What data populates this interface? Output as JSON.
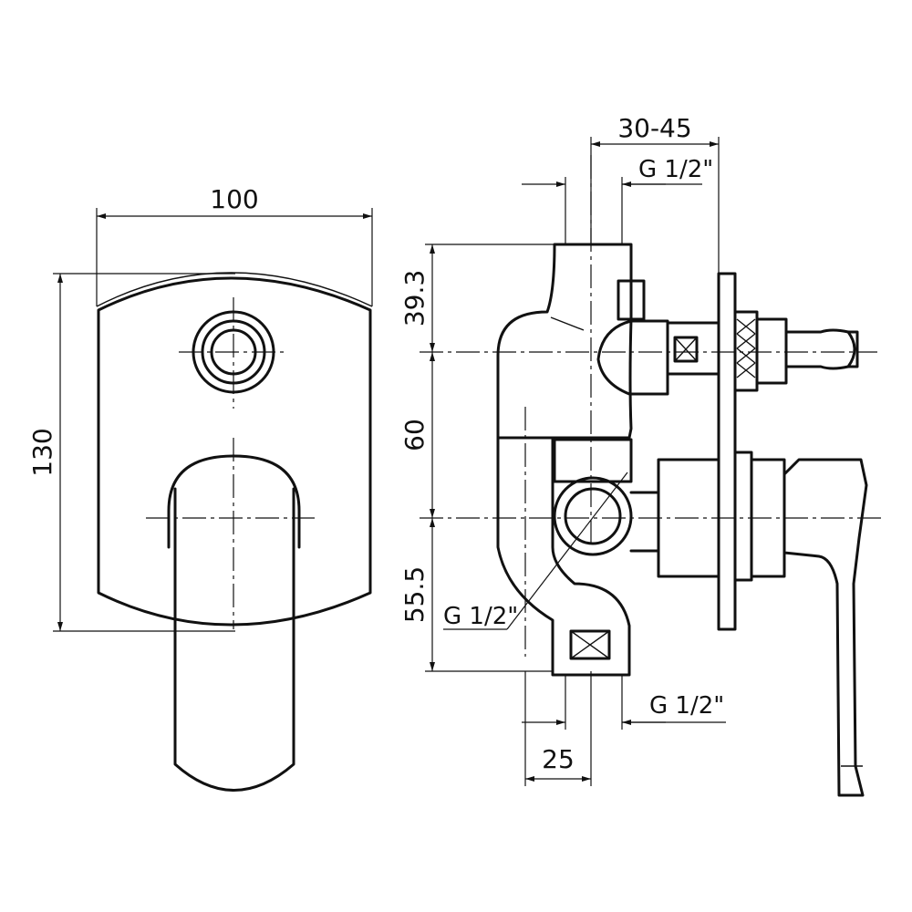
{
  "dimensions": {
    "front_width": "100",
    "front_height": "130",
    "depth_range": "30-45",
    "top_thread": "G 1/2\"",
    "upper_height": "39.3",
    "middle_height": "60",
    "lower_height": "55.5",
    "side_thread": "G 1/2\"",
    "bottom_thread": "G 1/2\"",
    "outlet_offset": "25"
  }
}
